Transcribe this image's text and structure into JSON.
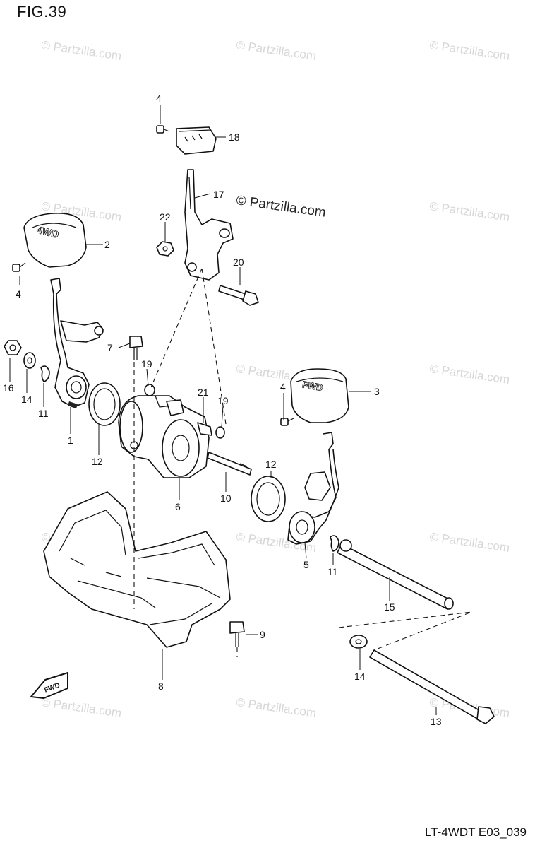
{
  "figure_title": "FIG.39",
  "copyright_text": "© Partzilla.com",
  "watermark_text": "© Partzilla.com",
  "diagram_code": "LT-4WDT E03_039",
  "knob_texts": {
    "left": "4WD",
    "right": "FWD"
  },
  "direction_label": "FWD",
  "callouts": {
    "c4_top": "4",
    "c18": "18",
    "c17": "17",
    "c2": "2",
    "c22": "22",
    "c4_left": "4",
    "c20": "20",
    "c7": "7",
    "c19_left": "19",
    "c21": "21",
    "c19_right": "19",
    "c4_right": "4",
    "c3": "3",
    "c16": "16",
    "c14_left": "14",
    "c11_left": "11",
    "c1": "1",
    "c12_left": "12",
    "c6": "6",
    "c10": "10",
    "c12_right": "12",
    "c5": "5",
    "c11_right": "11",
    "c15": "15",
    "c9": "9",
    "c8": "8",
    "c14_right": "14",
    "c13": "13"
  }
}
